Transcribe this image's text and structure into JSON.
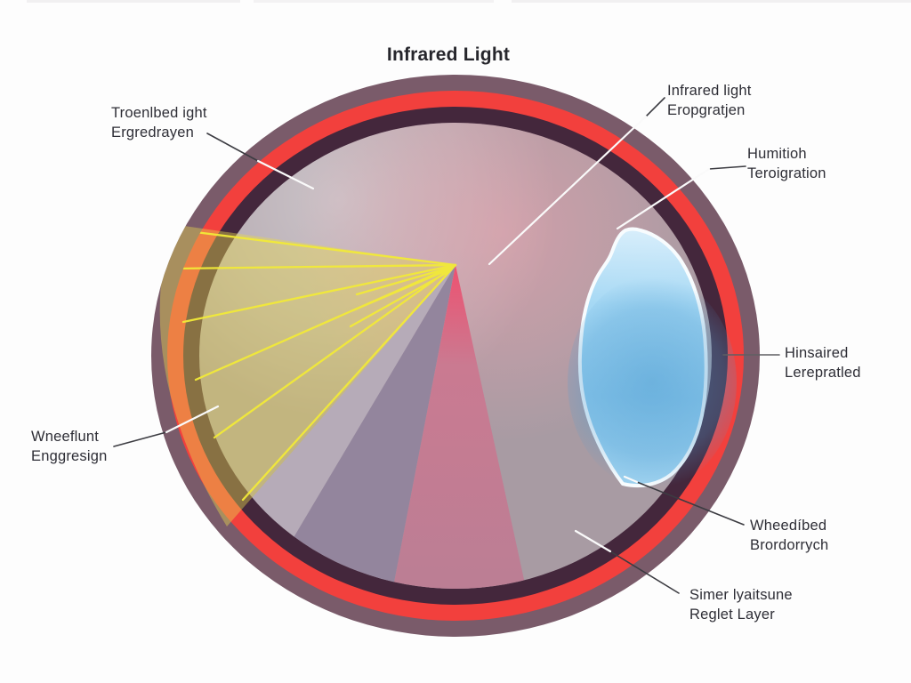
{
  "title": "Infrared Light",
  "labels": {
    "top_left": {
      "line1": "Troenlbed ight",
      "line2": "Ergredrayen"
    },
    "top_right": {
      "line1": "Infrared light",
      "line2": "Eropgratjen"
    },
    "right_upper": {
      "line1": "Humitioh",
      "line2": "Teroigration"
    },
    "right_mid": {
      "line1": "Hinsaired",
      "line2": "Lerepratled"
    },
    "left": {
      "line1": "Wneeflunt",
      "line2": "Enggresign"
    },
    "bottom_right": {
      "line1": "Wheedíbed",
      "line2": "Brordorrych"
    },
    "bottom": {
      "line1": "Simer lyaitsune",
      "line2": "Reglet Layer"
    }
  },
  "colors": {
    "background": "#fdfdfd",
    "ring_outer_mauve": "#7a5b6a",
    "ring_red": "#f2403d",
    "ring_dark_purple": "#44273c",
    "interior_gray": "#a89ba3",
    "wedge_yellow": "#e8d84f",
    "ray_yellow": "#f2ea38",
    "cone_lavender": "#b6abb8",
    "cone_purple": "#93859d",
    "cone_pink_apex": "#ee5170",
    "cone_pink_base": "#b97f95",
    "glow_pink": "#f0a3ae",
    "lens_light_blue": "#d8eefb",
    "lens_mid_blue": "#8ecaed",
    "lens_core_blue": "#4f9dd1",
    "lens_outline": "#f8fcfe",
    "leader_dark": "#3c3c42",
    "leader_gray": "#5f5f63",
    "leader_light": "#fafafa",
    "label_text": "#2e2e36"
  }
}
